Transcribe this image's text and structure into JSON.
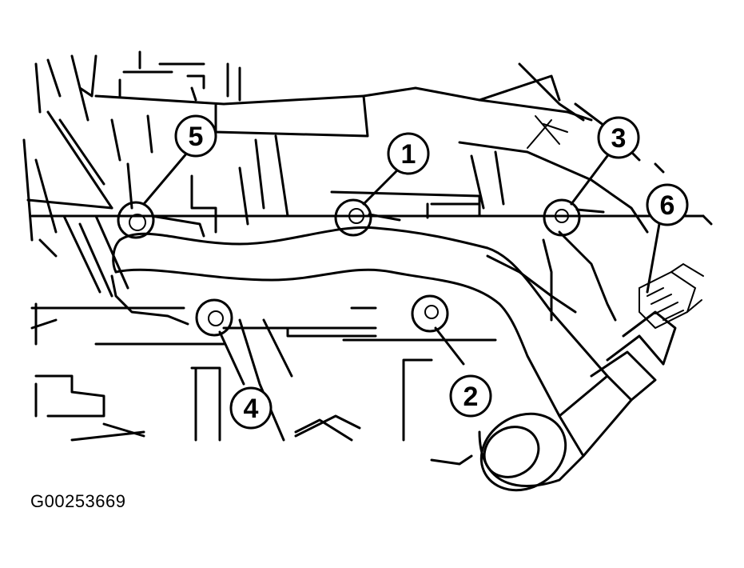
{
  "figure": {
    "id_label": "G00253669"
  },
  "callouts": [
    {
      "number": "1"
    },
    {
      "number": "2"
    },
    {
      "number": "3"
    },
    {
      "number": "4"
    },
    {
      "number": "5"
    },
    {
      "number": "6"
    }
  ],
  "colors": {
    "ink": "#000000",
    "paper": "#ffffff"
  }
}
